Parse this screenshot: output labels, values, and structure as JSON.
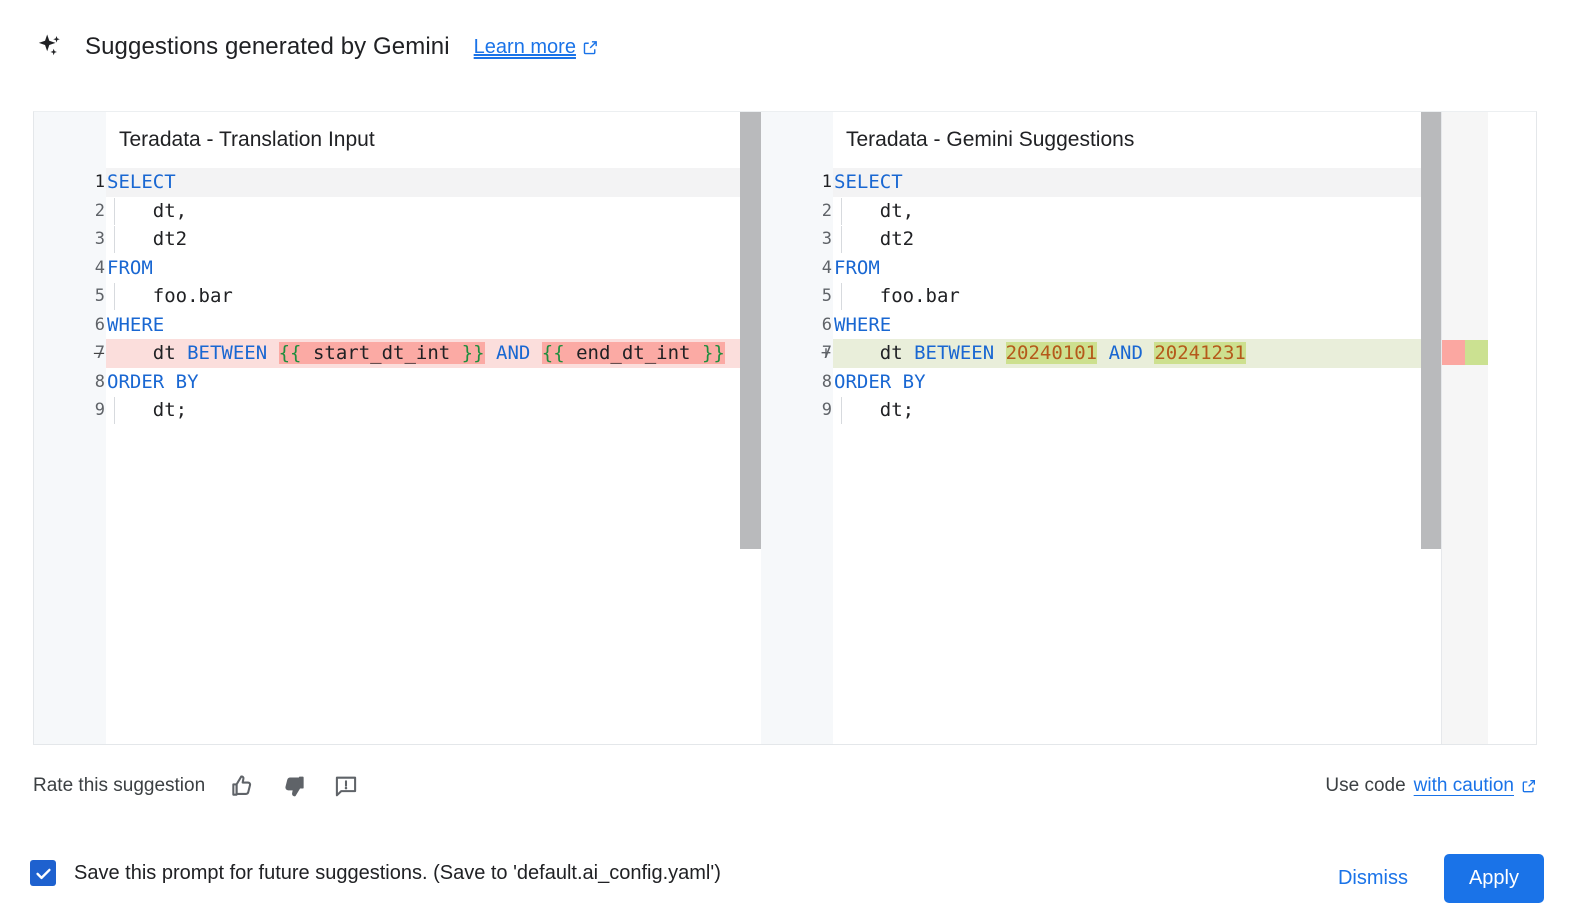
{
  "header": {
    "sparkle_icon": "sparkle-icon",
    "title": "Suggestions generated by Gemini",
    "learn_more": "Learn more",
    "external_icon": "external-link-icon"
  },
  "diff": {
    "left": {
      "title": "Teradata - Translation Input",
      "lines": [
        {
          "n": "1",
          "sign": "",
          "state": "current",
          "tokens": [
            {
              "t": "SELECT",
              "c": "kw"
            }
          ]
        },
        {
          "n": "2",
          "sign": "",
          "state": "",
          "indent": true,
          "tokens": [
            {
              "t": "    dt,",
              "c": ""
            }
          ]
        },
        {
          "n": "3",
          "sign": "",
          "state": "",
          "indent": true,
          "tokens": [
            {
              "t": "    dt2",
              "c": ""
            }
          ]
        },
        {
          "n": "4",
          "sign": "",
          "state": "",
          "tokens": [
            {
              "t": "FROM",
              "c": "kw"
            }
          ]
        },
        {
          "n": "5",
          "sign": "",
          "state": "",
          "indent": true,
          "tokens": [
            {
              "t": "    foo.bar",
              "c": ""
            }
          ]
        },
        {
          "n": "6",
          "sign": "",
          "state": "",
          "tokens": [
            {
              "t": "WHERE",
              "c": "kw"
            }
          ]
        },
        {
          "n": "7",
          "sign": "—",
          "state": "del",
          "tokens": [
            {
              "t": "    dt ",
              "c": ""
            },
            {
              "t": "BETWEEN",
              "c": "kw"
            },
            {
              "t": " ",
              "c": ""
            },
            {
              "t": "{{",
              "c": "brace wdel"
            },
            {
              "t": " start_dt_int ",
              "c": "wdel"
            },
            {
              "t": "}}",
              "c": "brace wdel"
            },
            {
              "t": " ",
              "c": ""
            },
            {
              "t": "AND",
              "c": "kw"
            },
            {
              "t": " ",
              "c": ""
            },
            {
              "t": "{{",
              "c": "brace wdel"
            },
            {
              "t": " end_dt_int ",
              "c": "wdel"
            },
            {
              "t": "}}",
              "c": "brace wdel"
            }
          ]
        },
        {
          "n": "8",
          "sign": "",
          "state": "",
          "tokens": [
            {
              "t": "ORDER BY",
              "c": "kw"
            }
          ]
        },
        {
          "n": "9",
          "sign": "",
          "state": "",
          "indent": true,
          "tokens": [
            {
              "t": "    dt;",
              "c": ""
            }
          ]
        }
      ]
    },
    "right": {
      "title": "Teradata - Gemini Suggestions",
      "lines": [
        {
          "n": "1",
          "sign": "",
          "state": "current",
          "tokens": [
            {
              "t": "SELECT",
              "c": "kw"
            }
          ]
        },
        {
          "n": "2",
          "sign": "",
          "state": "",
          "indent": true,
          "tokens": [
            {
              "t": "    dt,",
              "c": ""
            }
          ]
        },
        {
          "n": "3",
          "sign": "",
          "state": "",
          "indent": true,
          "tokens": [
            {
              "t": "    dt2",
              "c": ""
            }
          ]
        },
        {
          "n": "4",
          "sign": "",
          "state": "",
          "tokens": [
            {
              "t": "FROM",
              "c": "kw"
            }
          ]
        },
        {
          "n": "5",
          "sign": "",
          "state": "",
          "indent": true,
          "tokens": [
            {
              "t": "    foo.bar",
              "c": ""
            }
          ]
        },
        {
          "n": "6",
          "sign": "",
          "state": "",
          "tokens": [
            {
              "t": "WHERE",
              "c": "kw"
            }
          ]
        },
        {
          "n": "7",
          "sign": "+",
          "state": "add",
          "tokens": [
            {
              "t": "    dt ",
              "c": ""
            },
            {
              "t": "BETWEEN",
              "c": "kw"
            },
            {
              "t": " ",
              "c": ""
            },
            {
              "t": "20240101",
              "c": "num wadd"
            },
            {
              "t": " ",
              "c": ""
            },
            {
              "t": "AND",
              "c": "kw"
            },
            {
              "t": " ",
              "c": ""
            },
            {
              "t": "20241231",
              "c": "num wadd"
            }
          ]
        },
        {
          "n": "8",
          "sign": "",
          "state": "",
          "tokens": [
            {
              "t": "ORDER BY",
              "c": "kw"
            }
          ]
        },
        {
          "n": "9",
          "sign": "",
          "state": "",
          "indent": true,
          "tokens": [
            {
              "t": "    dt;",
              "c": ""
            }
          ]
        }
      ]
    },
    "ruler": {
      "deleted_color": "#fba7a1",
      "added_color": "#cbe191"
    }
  },
  "rate": {
    "label": "Rate this suggestion",
    "thumb_up_icon": "thumb-up-icon",
    "thumb_down_icon": "thumb-down-icon",
    "report_icon": "report-feedback-icon",
    "use_code_prefix": "Use code",
    "use_code_link": "with caution",
    "external_icon": "external-link-icon"
  },
  "footer": {
    "checkbox_checked": true,
    "checkbox_label": "Save this prompt for future suggestions. (Save to 'default.ai_config.yaml')",
    "dismiss_label": "Dismiss",
    "apply_label": "Apply",
    "accent_color": "#1a73e8"
  }
}
